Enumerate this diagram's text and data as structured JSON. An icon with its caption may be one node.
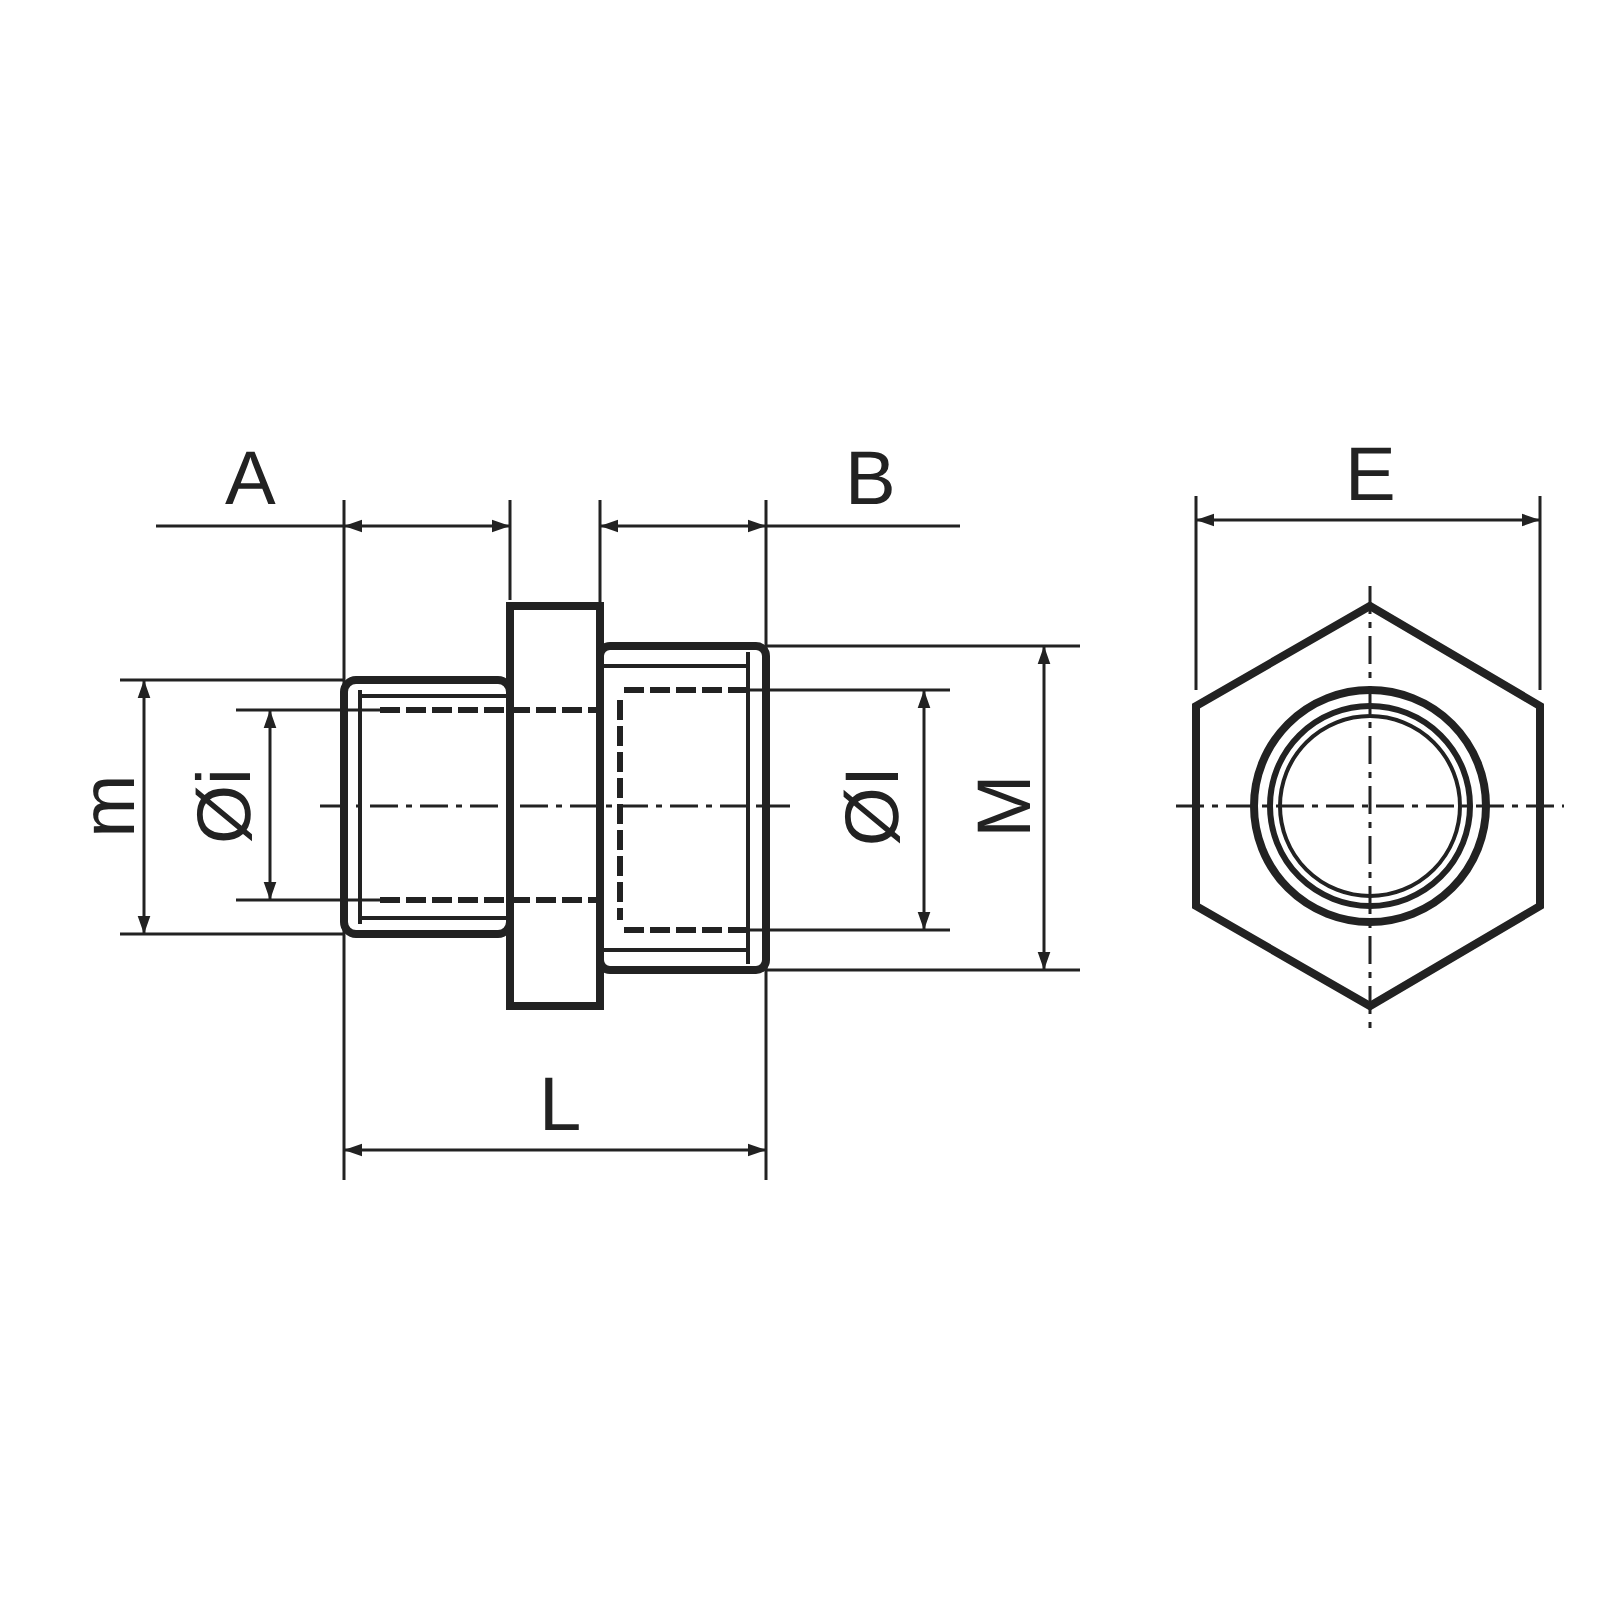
{
  "diagram": {
    "labels": [
      "A",
      "B",
      "E",
      "m",
      "Øi",
      "ØI",
      "M",
      "L"
    ]
  }
}
